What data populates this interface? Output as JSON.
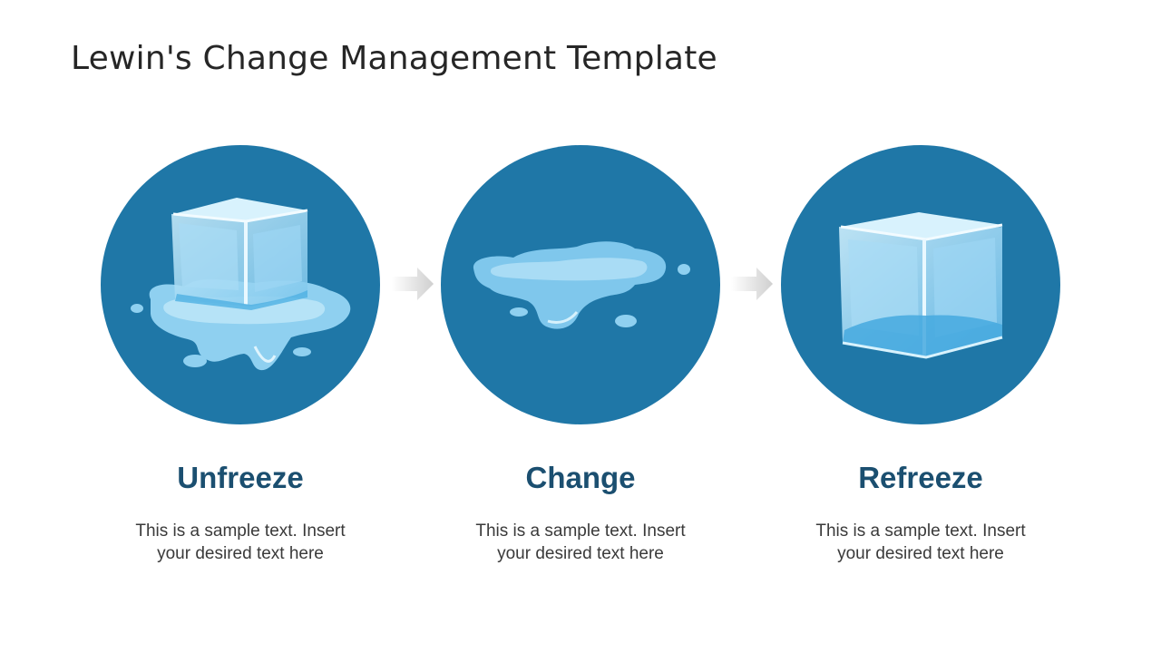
{
  "slide": {
    "title": "Lewin's Change Management Template"
  },
  "colors": {
    "circle": "#1f77a7",
    "stage_title": "#1b4f70",
    "body_text": "#3a3a3a",
    "ice_light": "#9fd6f2",
    "ice_mid": "#74c0ea",
    "arrow": "#d9d9d9"
  },
  "stages": [
    {
      "icon": "melting-ice-cube-icon",
      "title": "Unfreeze",
      "description_line1": "This is a sample text. Insert",
      "description_line2": "your desired text here"
    },
    {
      "icon": "water-puddle-icon",
      "title": "Change",
      "description_line1": "This is a sample text. Insert",
      "description_line2": "your desired text here"
    },
    {
      "icon": "ice-cube-icon",
      "title": "Refreeze",
      "description_line1": "This is a sample text. Insert",
      "description_line2": "your desired text here"
    }
  ],
  "connectors": [
    {
      "icon": "arrow-right-icon"
    },
    {
      "icon": "arrow-right-icon"
    }
  ]
}
